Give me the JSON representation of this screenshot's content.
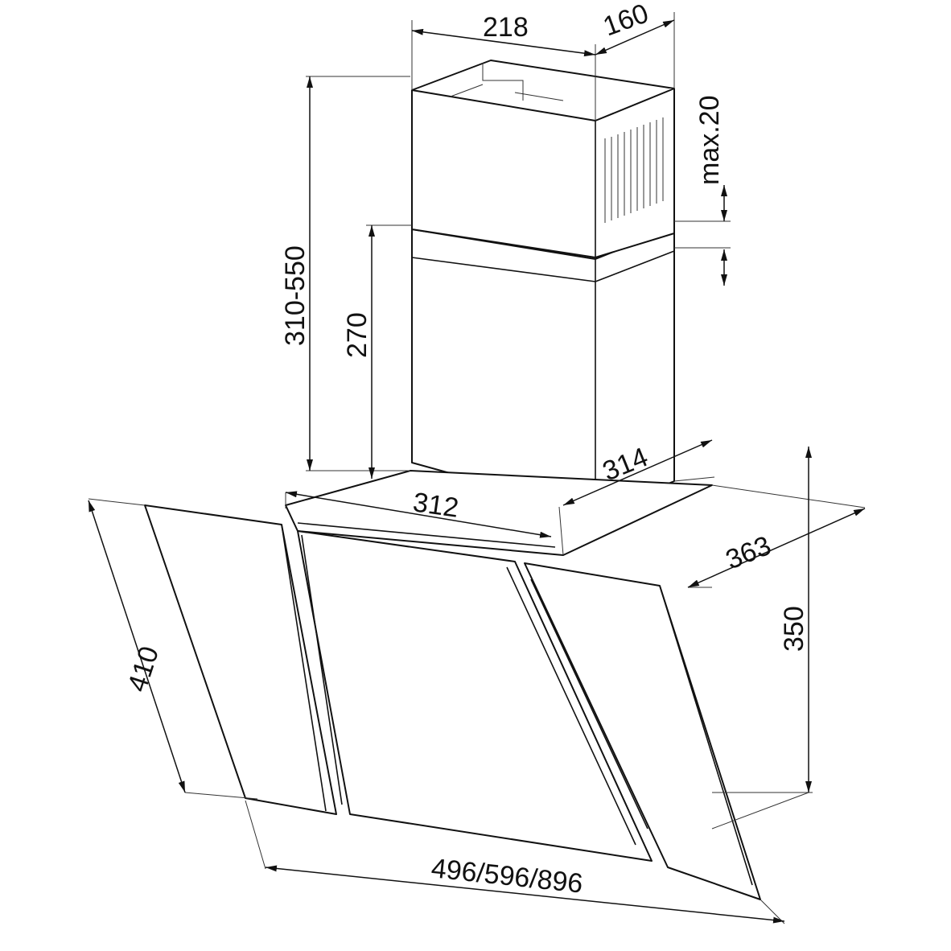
{
  "title": "Range hood dimension drawing",
  "dimensions": {
    "chimney_width": "218",
    "chimney_depth": "160",
    "overlap": "max.20",
    "chimney_height_range": "310-550",
    "lower_chimney_height": "270",
    "base_depth": "314",
    "base_width": "312",
    "canopy_depth": "363",
    "canopy_height": "350",
    "glass_height": "410",
    "total_width": "496/596/896"
  }
}
